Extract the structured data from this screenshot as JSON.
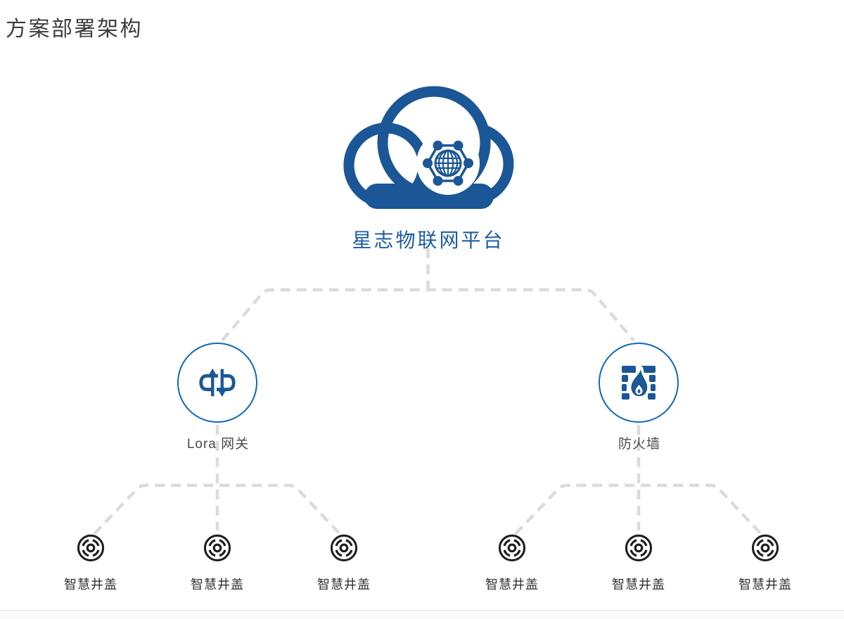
{
  "page": {
    "title": "方案部署架构"
  },
  "diagram": {
    "root": {
      "label": "星志物联网平台",
      "icon": "iot-cloud-icon"
    },
    "tier2": [
      {
        "id": "lora-gateway",
        "label": "Lora 网关",
        "icon": "lora-gateway-icon"
      },
      {
        "id": "firewall",
        "label": "防火墙",
        "icon": "firewall-icon"
      }
    ],
    "tier3": [
      {
        "label": "智慧井盖",
        "parent": "lora-gateway",
        "icon": "manhole-cover-icon"
      },
      {
        "label": "智慧井盖",
        "parent": "lora-gateway",
        "icon": "manhole-cover-icon"
      },
      {
        "label": "智慧井盖",
        "parent": "lora-gateway",
        "icon": "manhole-cover-icon"
      },
      {
        "label": "智慧井盖",
        "parent": "firewall",
        "icon": "manhole-cover-icon"
      },
      {
        "label": "智慧井盖",
        "parent": "firewall",
        "icon": "manhole-cover-icon"
      },
      {
        "label": "智慧井盖",
        "parent": "firewall",
        "icon": "manhole-cover-icon"
      }
    ]
  },
  "colors": {
    "primary_blue": "#1B5796",
    "circle_ring_blue": "#1168B8",
    "root_label_blue": "#1C5CA3",
    "connector_gray": "#DBDBDB",
    "title_gray": "#3D3D3D",
    "label_gray": "#4A4A4A",
    "device_black": "#1F1F1F",
    "footer_bg": "#FAFAFA",
    "footer_border": "#E4E4E4"
  }
}
